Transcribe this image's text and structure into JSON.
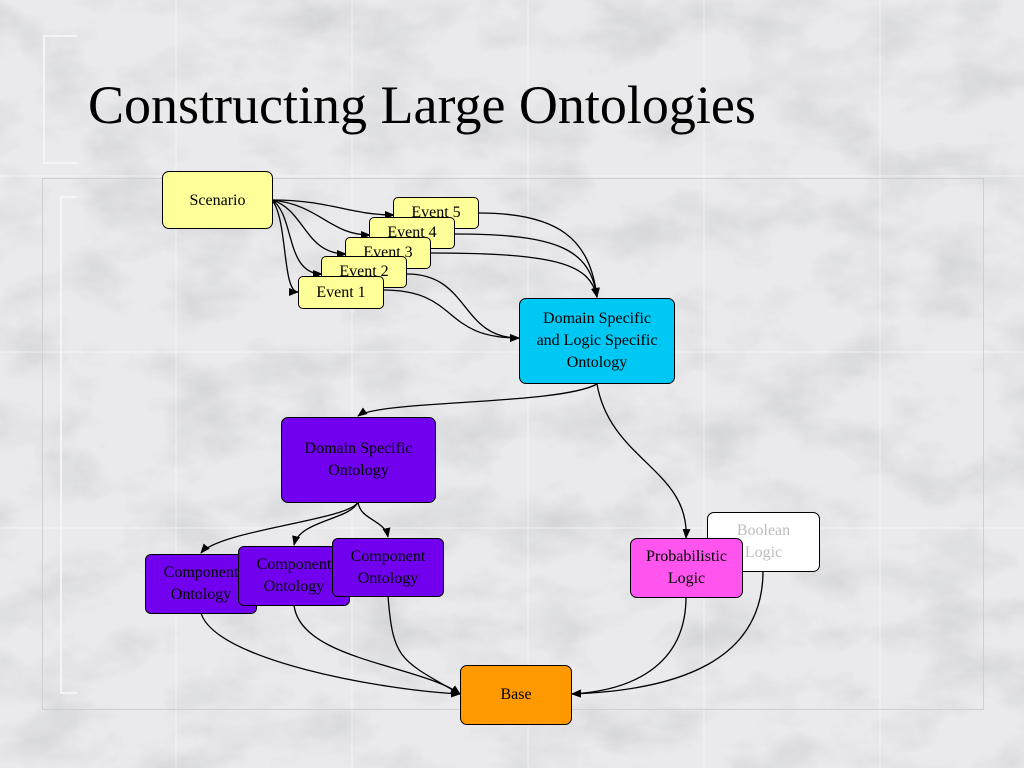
{
  "slide": {
    "title": "Constructing Large Ontologies"
  },
  "diagram": {
    "nodes": {
      "scenario": "Scenario",
      "event5": "Event 5",
      "event4": "Event 4",
      "event3": "Event 3",
      "event2": "Event 2",
      "event1": "Event 1",
      "domain_logic": "Domain Specific\nand Logic Specific\nOntology",
      "domain": "Domain Specific\nOntology",
      "component1": "Component\nOntology",
      "component2": "Component\nOntology",
      "component3": "Component\nOntology",
      "boolean": "Boolean\nLogic",
      "probabilistic": "Probabilistic\nLogic",
      "base": "Base"
    },
    "edges": [
      {
        "from": "scenario",
        "to": "event5"
      },
      {
        "from": "scenario",
        "to": "event4"
      },
      {
        "from": "scenario",
        "to": "event3"
      },
      {
        "from": "scenario",
        "to": "event2"
      },
      {
        "from": "scenario",
        "to": "event1"
      },
      {
        "from": "event5",
        "to": "domain_logic"
      },
      {
        "from": "event4",
        "to": "domain_logic"
      },
      {
        "from": "event3",
        "to": "domain_logic"
      },
      {
        "from": "event2",
        "to": "domain_logic"
      },
      {
        "from": "event1",
        "to": "domain_logic"
      },
      {
        "from": "domain_logic",
        "to": "domain"
      },
      {
        "from": "domain_logic",
        "to": "probabilistic"
      },
      {
        "from": "domain",
        "to": "component1"
      },
      {
        "from": "domain",
        "to": "component2"
      },
      {
        "from": "domain",
        "to": "component3"
      },
      {
        "from": "component1",
        "to": "base"
      },
      {
        "from": "component2",
        "to": "base"
      },
      {
        "from": "component3",
        "to": "base"
      },
      {
        "from": "probabilistic",
        "to": "base"
      },
      {
        "from": "boolean",
        "to": "base"
      }
    ]
  },
  "colors": {
    "scenario_events": "#ffff99",
    "domain_logic": "#00c8f4",
    "domain_components": "#7000ee",
    "probabilistic": "#ff55ee",
    "base": "#ff9900",
    "boolean": "#ffffff"
  }
}
